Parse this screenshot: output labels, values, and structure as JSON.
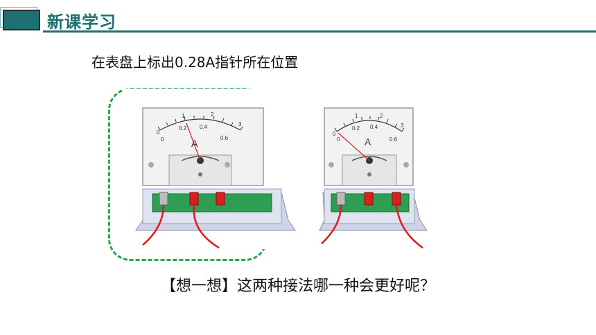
{
  "header": {
    "title": "新课学习",
    "accent_color": "#1e6f73"
  },
  "instruction": "在表盘上标出0.28A指针所在位置",
  "meters": [
    {
      "unit": "A",
      "top_scale_labels": [
        "0",
        "1",
        "2",
        "3"
      ],
      "bottom_scale_labels": [
        "0",
        "0.2",
        "0.4",
        "0.6"
      ],
      "highlighted": true,
      "highlight_color": "#2aa64b"
    },
    {
      "unit": "A",
      "top_scale_labels": [
        "0",
        "1",
        "2",
        "3"
      ],
      "bottom_scale_labels": [
        "0",
        "0.2",
        "0.4",
        "0.6"
      ],
      "highlighted": false
    }
  ],
  "question": "【想一想】这两种接法哪一种会更好呢？"
}
